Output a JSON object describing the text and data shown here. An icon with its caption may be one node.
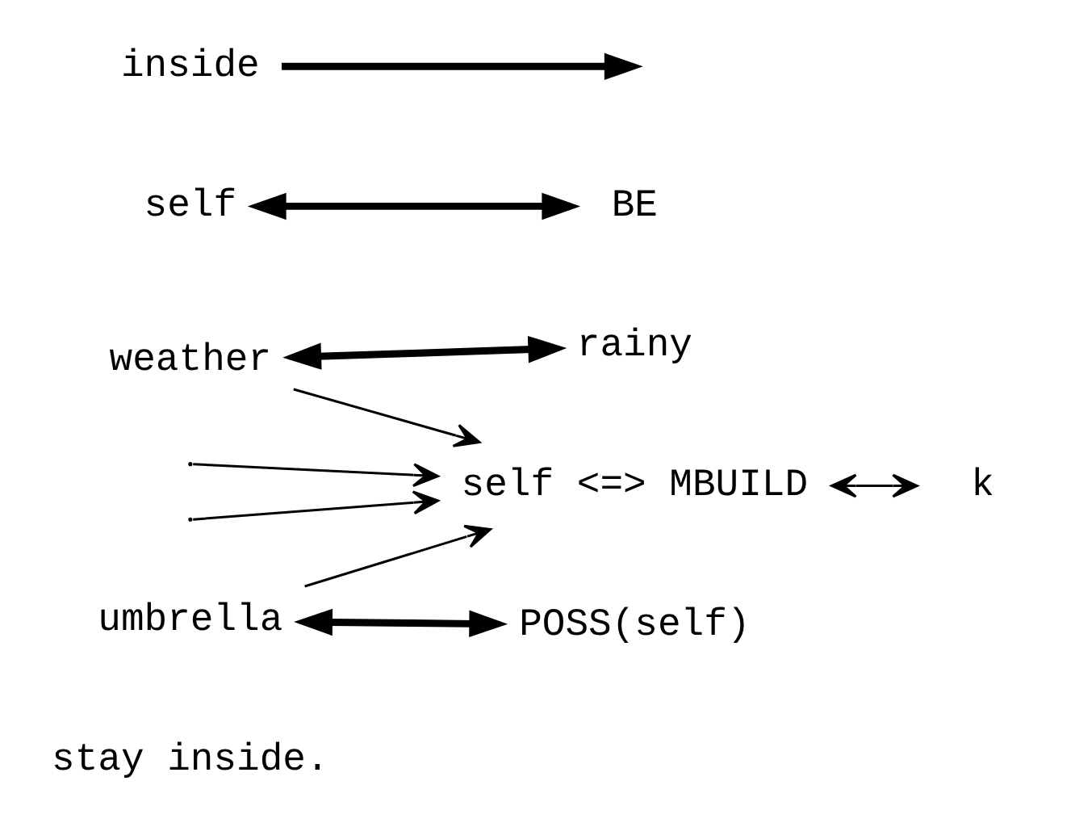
{
  "diagram": {
    "nodes": [
      {
        "text": [
          "self <=> MBUILD"
        ]
      },
      {
        "text": [
          "k"
        ]
      },
      {
        "text": [
          "self"
        ]
      },
      {
        "text": [
          "BE"
        ]
      },
      {
        "text": [
          "inside"
        ]
      },
      {
        "text": [
          "weather"
        ]
      },
      {
        "text": [
          "rainy"
        ]
      },
      {
        "text": [
          "umbrella"
        ]
      },
      {
        "text": [
          "POSS(self)"
        ]
      }
    ],
    "edges": [
      {
        "from": 0,
        "to": 1,
        "arrow": "both"
      },
      {
        "from": 5,
        "to": 0,
        "arrow": "to"
      },
      {
        "from": null,
        "to": 0,
        "arrow": "to"
      },
      {
        "from": null,
        "to": 0,
        "arrow": "to"
      },
      {
        "from": 7,
        "to": 0,
        "arrow": "to"
      },
      {
        "from": 2,
        "to": 3,
        "arrow": "both",
        "style": "thick"
      },
      {
        "from": 4,
        "to": null,
        "arrow": "to",
        "style": "thick"
      },
      {
        "from": 5,
        "to": 6,
        "arrow": "both",
        "style": "thick"
      },
      {
        "from": 7,
        "to": 8,
        "arrow": "both",
        "style": "thick"
      }
    ],
    "labels": [
      "stay inside."
    ]
  }
}
